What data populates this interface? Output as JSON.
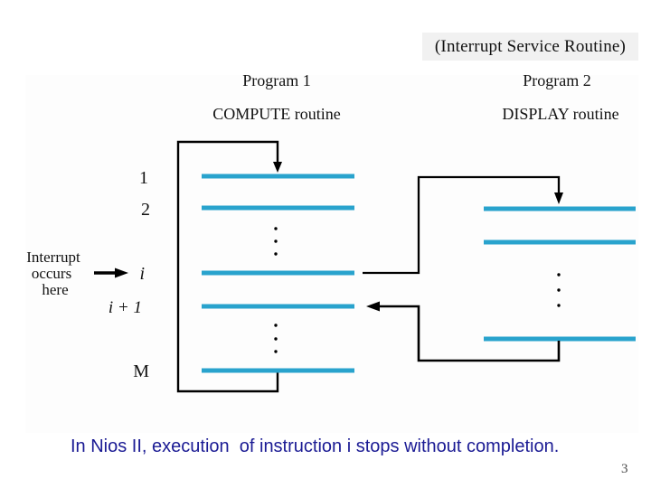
{
  "slide": {
    "title_tag": "(Interrupt Service Routine)",
    "caption": "In Nios II, execution  of instruction i stops without completion.",
    "page_number": "3"
  },
  "diagram": {
    "program1": {
      "header": "Program 1",
      "routine": "COMPUTE routine",
      "row_labels": {
        "first": "1",
        "second": "2",
        "i": "i",
        "i_plus_1": "i + 1",
        "last": "M"
      }
    },
    "program2": {
      "header": "Program 2",
      "routine": "DISPLAY routine"
    },
    "interrupt_label": {
      "line1": "Interrupt",
      "line2": "occurs",
      "line3": "here"
    },
    "colors": {
      "instruction_line": "#29A3CD",
      "flow_line": "#000000",
      "caption_text": "#1B1B94",
      "title_box_bg": "#F1F1F1"
    }
  }
}
